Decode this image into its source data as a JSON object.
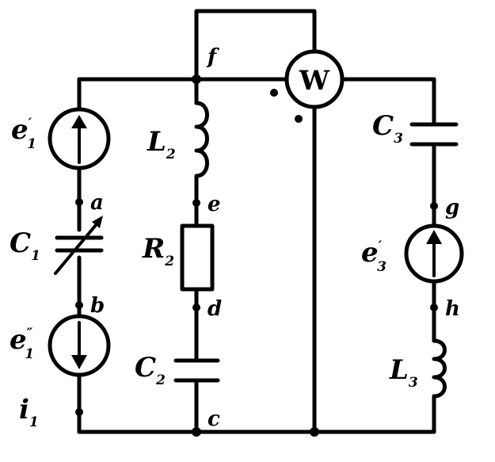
{
  "nodes": {
    "a": "a",
    "b": "b",
    "c": "c",
    "d": "d",
    "e": "e",
    "f": "f",
    "g": "g",
    "h": "h"
  },
  "components": {
    "e1_prime": {
      "base": "e",
      "sub": "1",
      "sup": "′"
    },
    "e1_dprime": {
      "base": "e",
      "sub": "1",
      "sup": "″"
    },
    "c1": {
      "base": "C",
      "sub": "1"
    },
    "l2": {
      "base": "L",
      "sub": "2"
    },
    "r2": {
      "base": "R",
      "sub": "2"
    },
    "c2": {
      "base": "C",
      "sub": "2"
    },
    "c3": {
      "base": "C",
      "sub": "3"
    },
    "e3_prime": {
      "base": "e",
      "sub": "3",
      "sup": "′"
    },
    "l3": {
      "base": "L",
      "sub": "3"
    },
    "i1": {
      "base": "i",
      "sub": "1"
    },
    "wattmeter": "W"
  }
}
